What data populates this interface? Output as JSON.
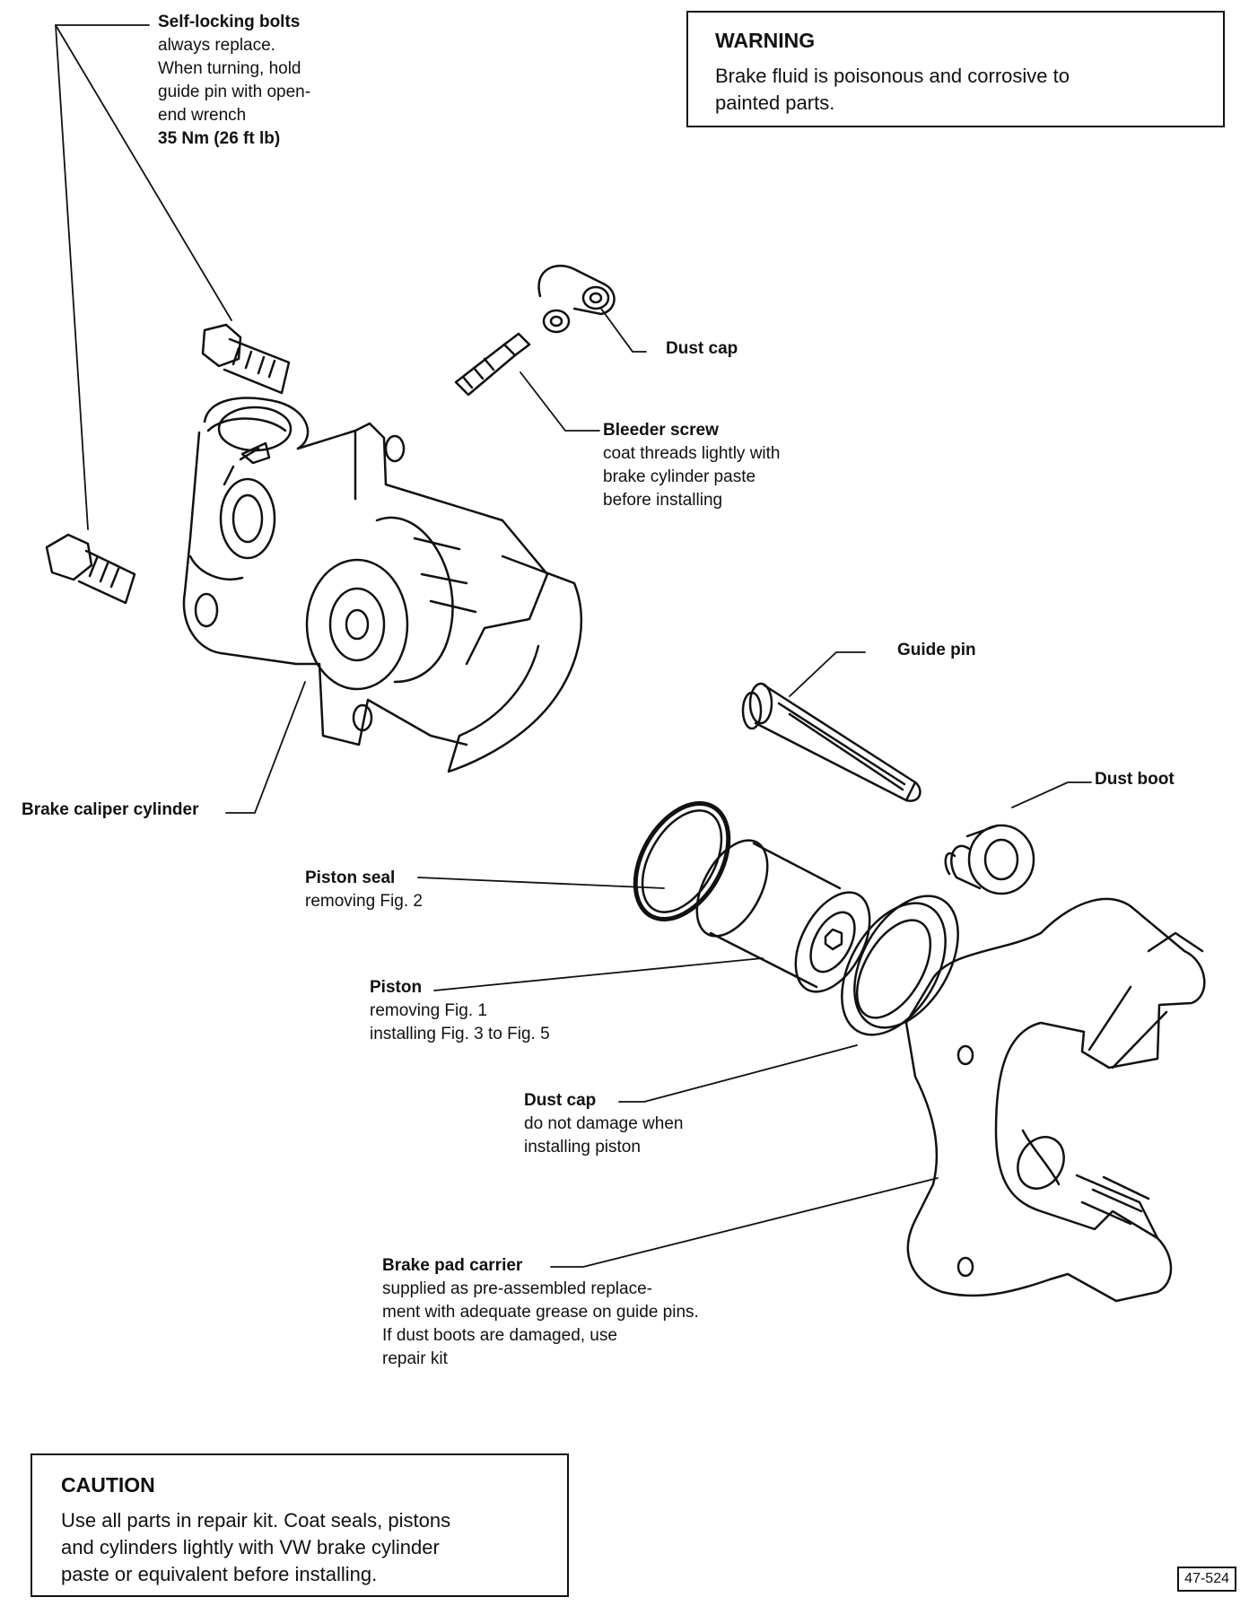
{
  "warning": {
    "title": "WARNING",
    "lines": [
      "Brake fluid is poisonous and corrosive to",
      "painted parts."
    ]
  },
  "caution": {
    "title": "CAUTION",
    "lines": [
      "Use all parts in repair kit. Coat seals, pistons",
      "and cylinders lightly with VW brake cylinder",
      "paste or equivalent before installing."
    ]
  },
  "labels": {
    "bolts": {
      "title": "Self-locking bolts",
      "lines": [
        "always replace.",
        "When turning, hold",
        "guide pin with open-",
        "end wrench"
      ],
      "value": "35 Nm (26 ft lb)"
    },
    "dust_cap_top": {
      "title": "Dust cap"
    },
    "bleeder": {
      "title": "Bleeder screw",
      "lines": [
        "coat threads lightly with",
        "brake cylinder paste",
        "before installing"
      ]
    },
    "guide_pin": {
      "title": "Guide pin"
    },
    "dust_boot": {
      "title": "Dust boot"
    },
    "caliper": {
      "title": "Brake caliper cylinder"
    },
    "piston_seal": {
      "title": "Piston seal",
      "lines": [
        "removing Fig. 2"
      ]
    },
    "piston": {
      "title": "Piston",
      "lines": [
        "removing Fig. 1",
        "installing Fig. 3 to Fig. 5"
      ]
    },
    "dust_cap_lower": {
      "title": "Dust cap",
      "lines": [
        "do not damage when",
        "installing piston"
      ]
    },
    "carrier": {
      "title": "Brake pad carrier",
      "lines": [
        "supplied as pre-assembled replace-",
        "ment with adequate grease on guide pins.",
        "If dust boots are damaged, use",
        "repair kit"
      ]
    }
  },
  "figure_ref": "47-524"
}
